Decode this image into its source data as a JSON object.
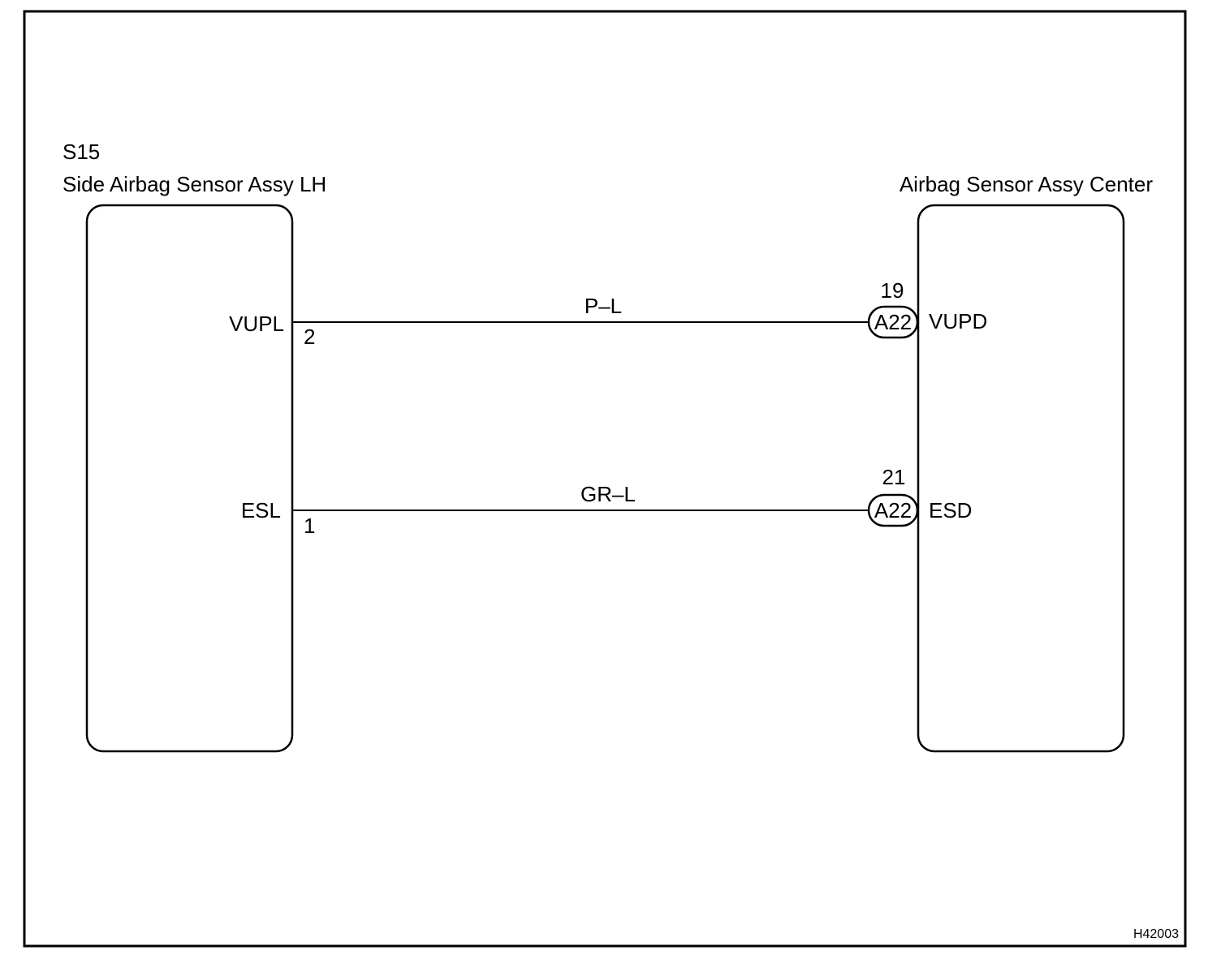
{
  "left_component": {
    "code": "S15",
    "name": "Side Airbag Sensor Assy LH"
  },
  "right_component": {
    "name": "Airbag Sensor Assy Center"
  },
  "wires": [
    {
      "color_code": "P–L",
      "left_terminal_name": "VUPL",
      "left_pin": "2",
      "connector": "A22",
      "right_pin": "19",
      "right_terminal_name": "VUPD"
    },
    {
      "color_code": "GR–L",
      "left_terminal_name": "ESL",
      "left_pin": "1",
      "connector": "A22",
      "right_pin": "21",
      "right_terminal_name": "ESD"
    }
  ],
  "figure_id": "H42003"
}
